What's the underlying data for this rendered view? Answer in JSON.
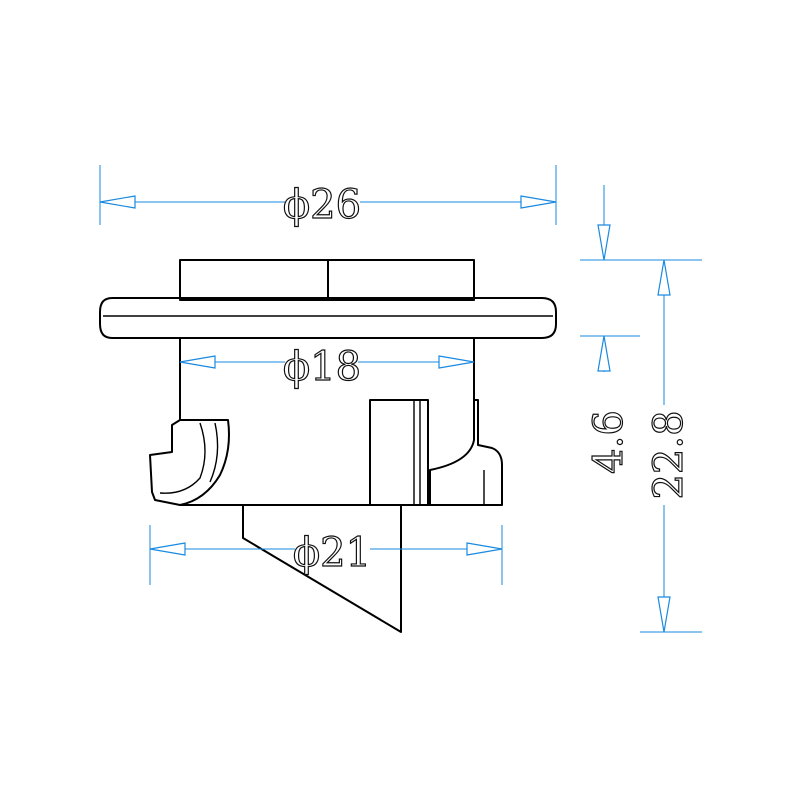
{
  "dimensions": {
    "outer_flange_diameter": "ϕ26",
    "inner_body_diameter": "ϕ18",
    "clip_diameter": "ϕ21",
    "flange_thickness": "4.6",
    "total_height": "22.8"
  },
  "colors": {
    "part_outline": "#000000",
    "dimension_line": "#1a8ae0",
    "background": "#ffffff"
  }
}
